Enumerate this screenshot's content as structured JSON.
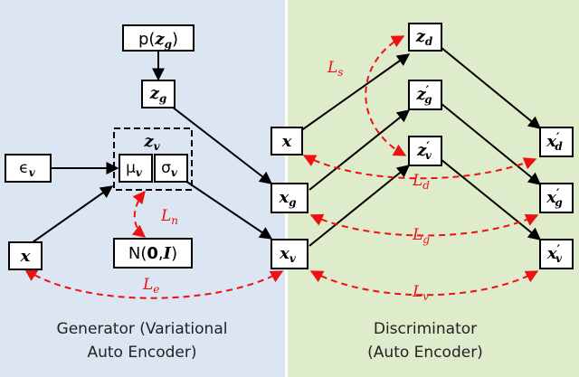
{
  "panels": {
    "generator": {
      "caption_line1": "Generator (Variational",
      "caption_line2": "Auto Encoder)",
      "color": "#dbe6f2"
    },
    "discriminator": {
      "caption_line1": "Discriminator",
      "caption_line2": "(Auto Encoder)",
      "color": "#deeccc"
    }
  },
  "nodes": {
    "pz": {
      "prefix": "p(",
      "var": "z",
      "sub": "g",
      "suffix": ")"
    },
    "zg": {
      "var": "z",
      "sub": "g"
    },
    "zv_group": {
      "var": "z",
      "sub": "v"
    },
    "mu": {
      "glyph": "μ",
      "sub": "v"
    },
    "sigma": {
      "glyph": "σ",
      "sub": "v"
    },
    "eps": {
      "glyph": "ϵ",
      "sub": "v"
    },
    "x_left": {
      "var": "x"
    },
    "normal": {
      "prefix": "N(",
      "zero": "0",
      "comma": ",",
      "ident": "I",
      "suffix": ")"
    },
    "x_mid": {
      "var": "x"
    },
    "xg": {
      "var": "x",
      "sub": "g"
    },
    "xv": {
      "var": "x",
      "sub": "v"
    },
    "zd": {
      "var": "z",
      "sub": "d"
    },
    "zg_prime": {
      "var": "z",
      "prime": "′",
      "sub": "g"
    },
    "zv_prime": {
      "var": "z",
      "prime": "′",
      "sub": "v"
    },
    "xd_prime": {
      "var": "x",
      "prime": "′",
      "sub": "d"
    },
    "xg_prime": {
      "var": "x",
      "prime": "′",
      "sub": "g"
    },
    "xv_prime": {
      "var": "x",
      "prime": "′",
      "sub": "v"
    }
  },
  "losses": {
    "ls": {
      "var": "L",
      "sub": "s"
    },
    "ln": {
      "var": "L",
      "sub": "n"
    },
    "le": {
      "var": "L",
      "sub": "e"
    },
    "ld": {
      "var": "L",
      "sub": "d"
    },
    "lg": {
      "var": "L",
      "sub": "g"
    },
    "lv": {
      "var": "L",
      "sub": "v"
    }
  },
  "colors": {
    "loss": "#ee1111",
    "arrow": "#000000"
  }
}
